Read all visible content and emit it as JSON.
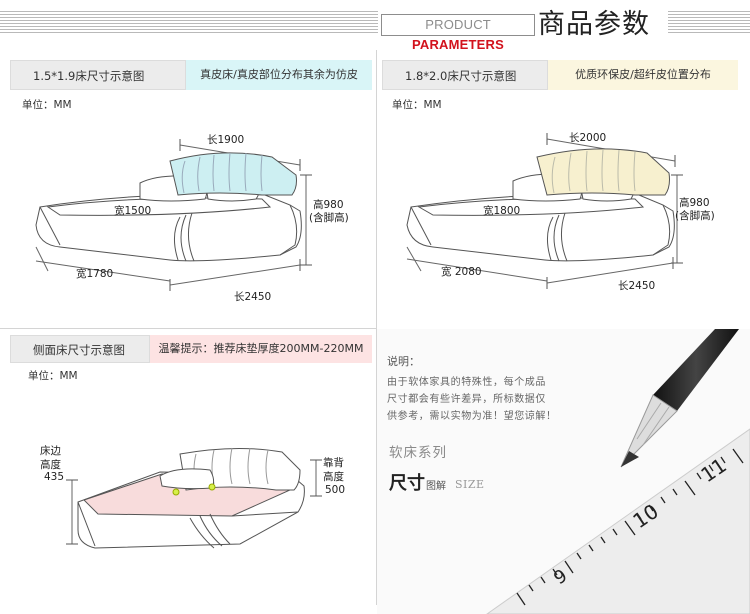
{
  "header": {
    "product_label": "PRODUCT",
    "parameters_label": "PARAMETERS",
    "title": "商品参数"
  },
  "panel_a": {
    "caption": "1.5*1.9床尺寸示意图",
    "note": "真皮床/真皮部位分布其余为仿皮",
    "note_color": "#d9f5f7",
    "unit": "单位：MM",
    "length_label": "长1900",
    "width_label": "宽1500",
    "height_label": "高980",
    "height_sub": "(含脚高)",
    "outer_width_label": "宽1780",
    "outer_length_label": "长2450",
    "headboard_color": "#cdeff2"
  },
  "panel_b": {
    "caption": "1.8*2.0床尺寸示意图",
    "note": "优质环保皮/超纤皮位置分布",
    "note_color": "#fbf6df",
    "unit": "单位：MM",
    "length_label": "长2000",
    "width_label": "宽1800",
    "height_label": "高980",
    "height_sub": "(含脚高)",
    "outer_width_label": "宽 2080",
    "outer_length_label": "长2450",
    "headboard_color": "#f7f0cf"
  },
  "panel_c": {
    "caption": "侧面床尺寸示意图",
    "note": "温馨提示：推荐床垫厚度200MM-220MM",
    "note_color": "#fde3e3",
    "unit": "单位：MM",
    "edge_label_1": "床边",
    "edge_label_2": "高度",
    "edge_value": "435",
    "back_label_1": "靠背",
    "back_label_2": "高度",
    "back_value": "500",
    "mattress_color": "#f8dcdc"
  },
  "panel_d": {
    "note_title": "说明：",
    "note_lines": [
      "由于软体家具的特殊性，每个成品",
      "尺寸都会有些许差异，所标数据仅",
      "供参考，需以实物为准！望您谅解！"
    ],
    "series": "软床系列",
    "size_big": "尺寸",
    "size_mid": "图解",
    "size_en": "SIZE",
    "ruler_numbers": [
      "9",
      "10",
      "11"
    ]
  }
}
